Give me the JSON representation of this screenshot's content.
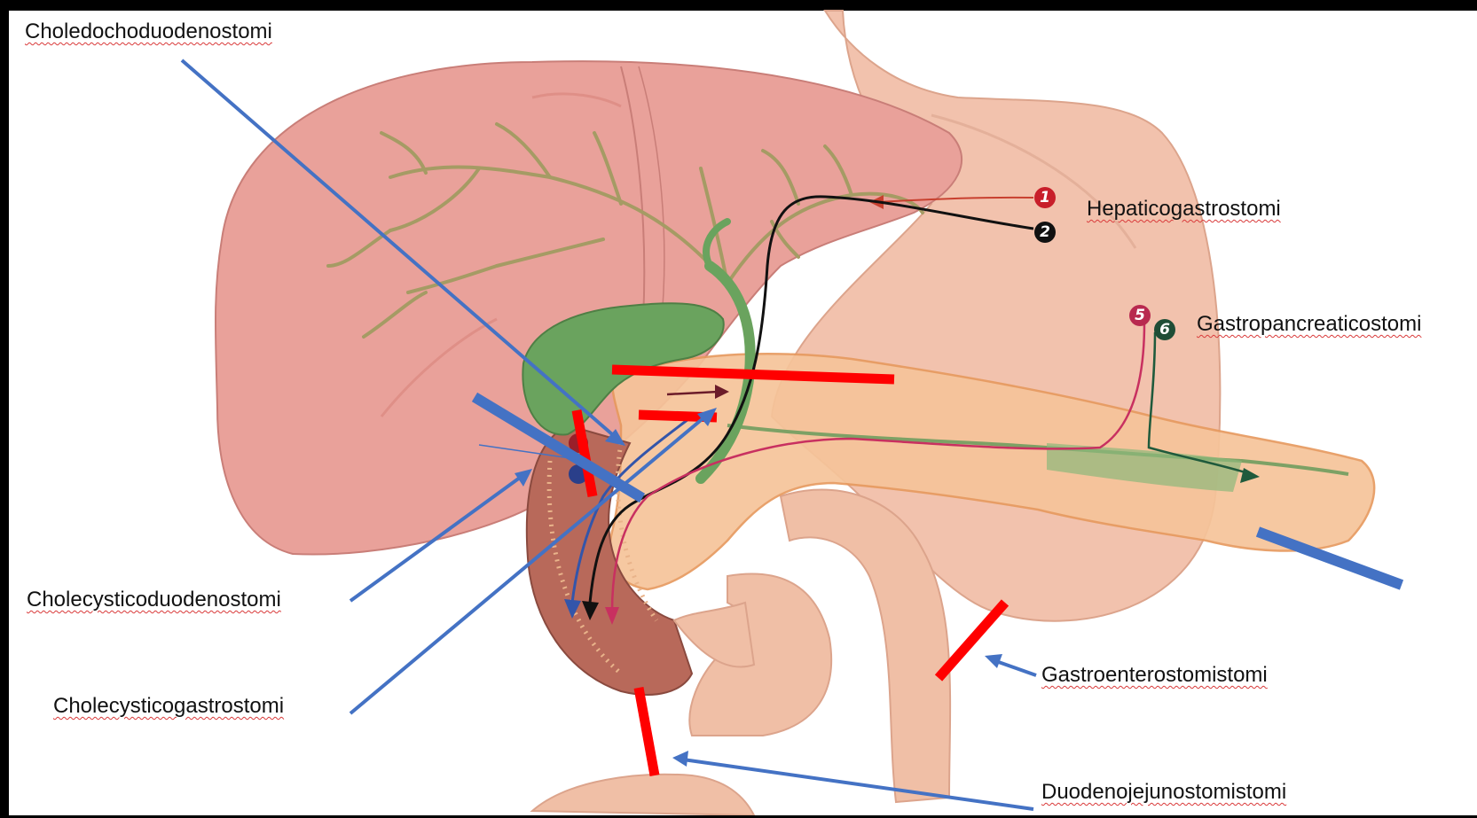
{
  "labels": {
    "choledochoduodenostomi": "Choledochoduodenostomi",
    "hepaticogastrostomi": "Hepaticogastrostomi",
    "gastropancreaticostomi": "Gastropancreaticostomi",
    "cholecysticoduodenostomi": "Cholecysticoduodenostomi",
    "cholecysticogastrostomi": "Cholecysticogastrostomi",
    "gastroenterostomistomi": "Gastroenterostomistomi",
    "duodenojejunostomistomi": "Duodenojejunostomistomi"
  },
  "badges": {
    "b1": "1",
    "b2": "2",
    "b5": "5",
    "b6": "6"
  },
  "colors": {
    "background": "#000000",
    "canvas": "#ffffff",
    "liver": "#e9a19a",
    "stomach": "#f2c2ad",
    "pancreas": "#f6bd8f",
    "gallbladder": "#6aa35e",
    "duodenum_wall": "#b8695a",
    "pointer_blue": "#4472c4",
    "incision_red": "#ff0000"
  }
}
